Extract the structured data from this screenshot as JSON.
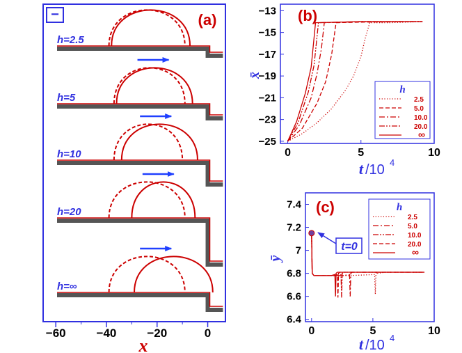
{
  "colors": {
    "frame": "#3030e0",
    "curve": "#cc0000",
    "wall": "#555555",
    "arrow": "#2040ff",
    "dot": "#7040a0"
  },
  "panel_a": {
    "label": "(a)",
    "legend_symbol": "−",
    "rows": [
      {
        "h_text": "h=2.5"
      },
      {
        "h_text": "h=5"
      },
      {
        "h_text": "h=10"
      },
      {
        "h_text": "h=20"
      },
      {
        "h_text": "h=∞"
      }
    ],
    "xlabel": "x"
  },
  "panel_b": {
    "label": "(b)",
    "ylabel": "x̄",
    "xlabel_t": "t",
    "xlabel_unit": "/10",
    "xlabel_exp": "4"
  },
  "panel_c": {
    "label": "(c)",
    "ylabel": "ȳ",
    "xlabel_t": "t",
    "xlabel_unit": "/10",
    "xlabel_exp": "4",
    "annotation": "t=0"
  },
  "chart_data": [
    {
      "type": "line",
      "title": "(a)",
      "xlabel": "x",
      "xlim": [
        -65,
        7
      ],
      "xticks": [
        -60,
        -40,
        -20,
        0
      ],
      "series": [
        {
          "name": "h=2.5",
          "droplet_solid": {
            "left": -38,
            "right": -7
          },
          "droplet_dashed": {
            "left": -39,
            "right": -9
          }
        },
        {
          "name": "h=5",
          "droplet_solid": {
            "left": -36,
            "right": -6
          },
          "droplet_dashed": {
            "left": -37,
            "right": -9
          }
        },
        {
          "name": "h=10",
          "droplet_solid": {
            "left": -34,
            "right": -4
          },
          "droplet_dashed": {
            "left": -37,
            "right": -10
          }
        },
        {
          "name": "h=20",
          "droplet_solid": {
            "left": -30,
            "right": -5
          },
          "droplet_dashed": {
            "left": -39,
            "right": -9
          }
        },
        {
          "name": "h=∞",
          "droplet_solid": {
            "left": -29,
            "right": 2
          },
          "droplet_dashed": {
            "left": -39,
            "right": -9
          }
        }
      ]
    },
    {
      "type": "line",
      "title": "(b)",
      "ylabel": "x̄",
      "xlabel": "t/10^4",
      "xlim": [
        -0.5,
        10
      ],
      "ylim": [
        -25.2,
        -12.4
      ],
      "xticks": [
        0,
        5,
        10
      ],
      "yticks": [
        -25,
        -23,
        -21,
        -19,
        -17,
        -15,
        -13
      ],
      "legend_title": "h",
      "legend_position": "bottom-right",
      "series": [
        {
          "name": "2.5",
          "style": "dotted",
          "x": [
            0,
            1,
            2,
            3,
            4,
            4.5,
            5,
            5.3,
            5.6,
            7,
            9.2
          ],
          "y": [
            -25,
            -24.3,
            -23.3,
            -22,
            -20.2,
            -19,
            -17.2,
            -15.5,
            -14.1,
            -14.1,
            -14
          ]
        },
        {
          "name": "5.0",
          "style": "dashed",
          "x": [
            0,
            1,
            2,
            2.6,
            3.0,
            3.3,
            5,
            9.2
          ],
          "y": [
            -25,
            -23.8,
            -21.5,
            -19.5,
            -17,
            -14.1,
            -14.05,
            -14
          ]
        },
        {
          "name": "10.0",
          "style": "dashdot",
          "x": [
            0,
            0.8,
            1.6,
            2.0,
            2.3,
            2.5,
            5,
            9.2
          ],
          "y": [
            -25,
            -23.5,
            -21,
            -18.8,
            -16.5,
            -14.1,
            -14,
            -14
          ]
        },
        {
          "name": "20.0",
          "style": "dashdotdot",
          "x": [
            0,
            0.7,
            1.4,
            1.8,
            2.1,
            5,
            9.2
          ],
          "y": [
            -25,
            -23.3,
            -20.5,
            -18,
            -14.1,
            -14,
            -14
          ]
        },
        {
          "name": "∞",
          "style": "solid",
          "x": [
            0,
            0.6,
            1.2,
            1.6,
            1.9,
            5,
            9.2
          ],
          "y": [
            -25,
            -23.2,
            -20.6,
            -18.2,
            -14.1,
            -14,
            -14
          ]
        }
      ]
    },
    {
      "type": "line",
      "title": "(c)",
      "ylabel": "ȳ",
      "xlabel": "t/10^4",
      "xlim": [
        -0.5,
        10
      ],
      "ylim": [
        6.38,
        7.5
      ],
      "xticks": [
        0,
        5,
        10
      ],
      "yticks": [
        6.4,
        6.6,
        6.8,
        7,
        7.2,
        7.4
      ],
      "yticklabels": [
        "6.4",
        "6.6",
        "6.8",
        "7",
        "7.2",
        "7.4"
      ],
      "legend_title": "h",
      "legend_position": "top-right",
      "annotation": "t=0",
      "start_point": {
        "x": 0,
        "y": 7.15
      },
      "series": [
        {
          "name": "2.5",
          "style": "dotted",
          "x": [
            0,
            0.05,
            0.2,
            3,
            5.15,
            5.2,
            5.25,
            5.3,
            5.35,
            6,
            9.2
          ],
          "y": [
            7.15,
            6.8,
            6.78,
            6.78,
            6.79,
            6.62,
            6.79,
            6.81,
            6.8,
            6.81,
            6.81
          ]
        },
        {
          "name": "5.0",
          "style": "dashdot",
          "x": [
            0,
            0.05,
            0.2,
            2.6,
            3.1,
            3.15,
            3.2,
            3.3,
            9.2
          ],
          "y": [
            7.15,
            6.8,
            6.78,
            6.78,
            6.79,
            6.6,
            6.8,
            6.81,
            6.81
          ]
        },
        {
          "name": "10.0",
          "style": "dashdotdot",
          "x": [
            0,
            0.05,
            0.2,
            2.0,
            2.4,
            2.45,
            2.5,
            2.6,
            9.2
          ],
          "y": [
            7.15,
            6.8,
            6.78,
            6.78,
            6.79,
            6.59,
            6.8,
            6.81,
            6.81
          ]
        },
        {
          "name": "20.0",
          "style": "dashed",
          "x": [
            0,
            0.05,
            0.2,
            1.8,
            2.1,
            2.15,
            2.2,
            2.3,
            9.2
          ],
          "y": [
            7.15,
            6.8,
            6.78,
            6.78,
            6.79,
            6.59,
            6.8,
            6.81,
            6.81
          ]
        },
        {
          "name": "∞",
          "style": "solid",
          "x": [
            0,
            0.05,
            0.2,
            1.6,
            1.9,
            1.95,
            2.0,
            2.1,
            9.2
          ],
          "y": [
            7.15,
            6.8,
            6.78,
            6.78,
            6.79,
            6.6,
            6.8,
            6.81,
            6.81
          ]
        }
      ]
    }
  ]
}
